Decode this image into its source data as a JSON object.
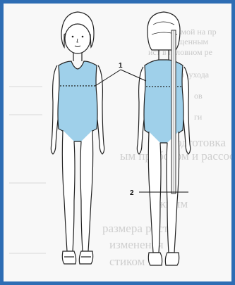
{
  "figure": {
    "marker_1": "1",
    "marker_2": "2",
    "colors": {
      "border": "#2e6db4",
      "swimsuit": "#9fd0ea",
      "outline": "#222222"
    }
  },
  "background_text": {
    "lines": [
      "ые с тесьмой на пр",
      "т размещенным",
      "ист в головном ре",
      "ажи и ухода",
      "ов",
      "ги",
      "подготовка",
      "ым прибором и рассоо",
      "ожным",
      "размера роста",
      "изменения",
      "стиком"
    ]
  }
}
